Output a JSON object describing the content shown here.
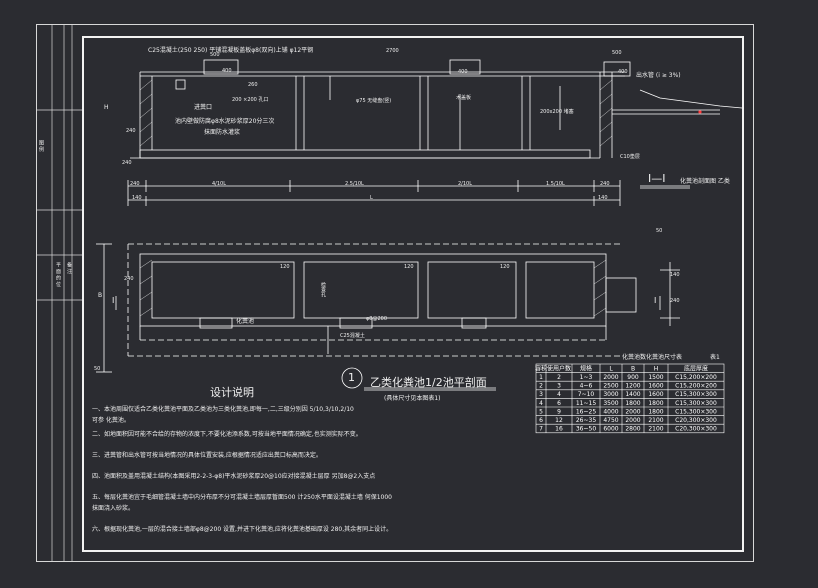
{
  "drawing": {
    "section_title": "I—I",
    "section_caption": "化粪池剖面图 乙类",
    "plan_number": "1",
    "plan_title": "乙类化粪池1/2池平剖面",
    "plan_subtitle": "(具体尺寸见本图表1)"
  },
  "section": {
    "top_note": "C25混凝土(250 250) 平铺混凝板盖板φ8(双向)上铺 φ12平钢",
    "dim_2700": "2700",
    "dim_500a": "500",
    "dim_500b": "500",
    "dim_400a": "400",
    "dim_400b": "400",
    "dim_400c": "400",
    "dim_260": "260",
    "outlet_pipe": "出水管 (i ≥ 3%)",
    "inlet_label": "进粪口",
    "hole_label": "200 ×200 孔口",
    "vent_label": "φ75 无缝盘(竖)",
    "cap_label": "木盖板",
    "plug_label": "200x200 堵塞",
    "wall_note_a": "池内壁做防腐φ8水泥砂浆厚20分三次",
    "wall_note_b": "抹面防水灌浆",
    "elev_h": "H",
    "dim_240a": "240",
    "dim_240b": "240",
    "c10_label": "C10垫层"
  },
  "dims_row": {
    "a": "240",
    "b": "4/10L",
    "c": "2.5/10L",
    "d": "2/10L",
    "e": "1.5/10L",
    "f": "240",
    "g": "140",
    "h": "L",
    "i": "140"
  },
  "plan": {
    "dim_120a": "120",
    "dim_120b": "120",
    "dim_120c": "120",
    "dim_240": "240",
    "dim_50": "50",
    "dim_140": "140",
    "dim_240b": "240",
    "dim_B": "B",
    "dim_50b": "50",
    "label_tank": "化粪池",
    "label_plug": "检查孔",
    "label_phi": "φ8@200",
    "label_c25": "C25混凝土",
    "label_i": "I",
    "label_i2": "I"
  },
  "notes": {
    "title": "设计说明",
    "items": [
      "一、本池周围仅适合乙类化粪池平面及乙类池为三类化粪池,即每一,二,三级分别因 5/10,3/10,2/10",
      "    可参 化粪池。",
      "二、如地面积因可能不合给的存物的浓度下,不要化池添系数,可按当地平面情况确定,也实测实际不变。",
      "三、进粪管和出水管可按当地情况的具体位置安装,应根据情况适应出粪口标高而决定。",
      "四、池面积及盖用混凝土结构(本图采用2-2-3-φ8)平水泥砂浆厚20@10应对接混凝土层厚 另加8@2入支点",
      "五、每层化粪池宜于毛细管混凝土墙中内分布厚不分可混凝土墙层厚暂面500 计250水平面设混凝土墙 何保1000",
      "    抹面浇入砂浆。",
      "六、根据现化粪池,一层的混合接土墙部φ8@200 设置,并进下化粪池,应将化粪池基础厚设 280,其余者同上设计。"
    ]
  },
  "table": {
    "title": "化粪池数化粪池尺寸表",
    "number": "表1",
    "headers": [
      "容积",
      "使用户数",
      "规格",
      "L",
      "B",
      "H",
      "底层厚度"
    ],
    "rows": [
      [
        "1",
        "2",
        "1~3",
        "2000",
        "900",
        "1500",
        "C15,200×200"
      ],
      [
        "2",
        "3",
        "4~6",
        "2500",
        "1200",
        "1600",
        "C15,200×200"
      ],
      [
        "3",
        "4",
        "7~10",
        "3000",
        "1400",
        "1600",
        "C15,300×300"
      ],
      [
        "4",
        "6",
        "11~15",
        "3500",
        "1800",
        "1800",
        "C15,300×300"
      ],
      [
        "5",
        "9",
        "16~25",
        "4000",
        "2000",
        "1800",
        "C15,300×300"
      ],
      [
        "6",
        "12",
        "26~35",
        "4750",
        "2000",
        "2100",
        "C20,300×300"
      ],
      [
        "7",
        "16",
        "36~50",
        "6000",
        "2800",
        "2100",
        "C20,300×300"
      ]
    ]
  },
  "titleblock": {
    "label_a": "图 例",
    "label_b": "平 面 的 位",
    "label_c": "备 注"
  }
}
